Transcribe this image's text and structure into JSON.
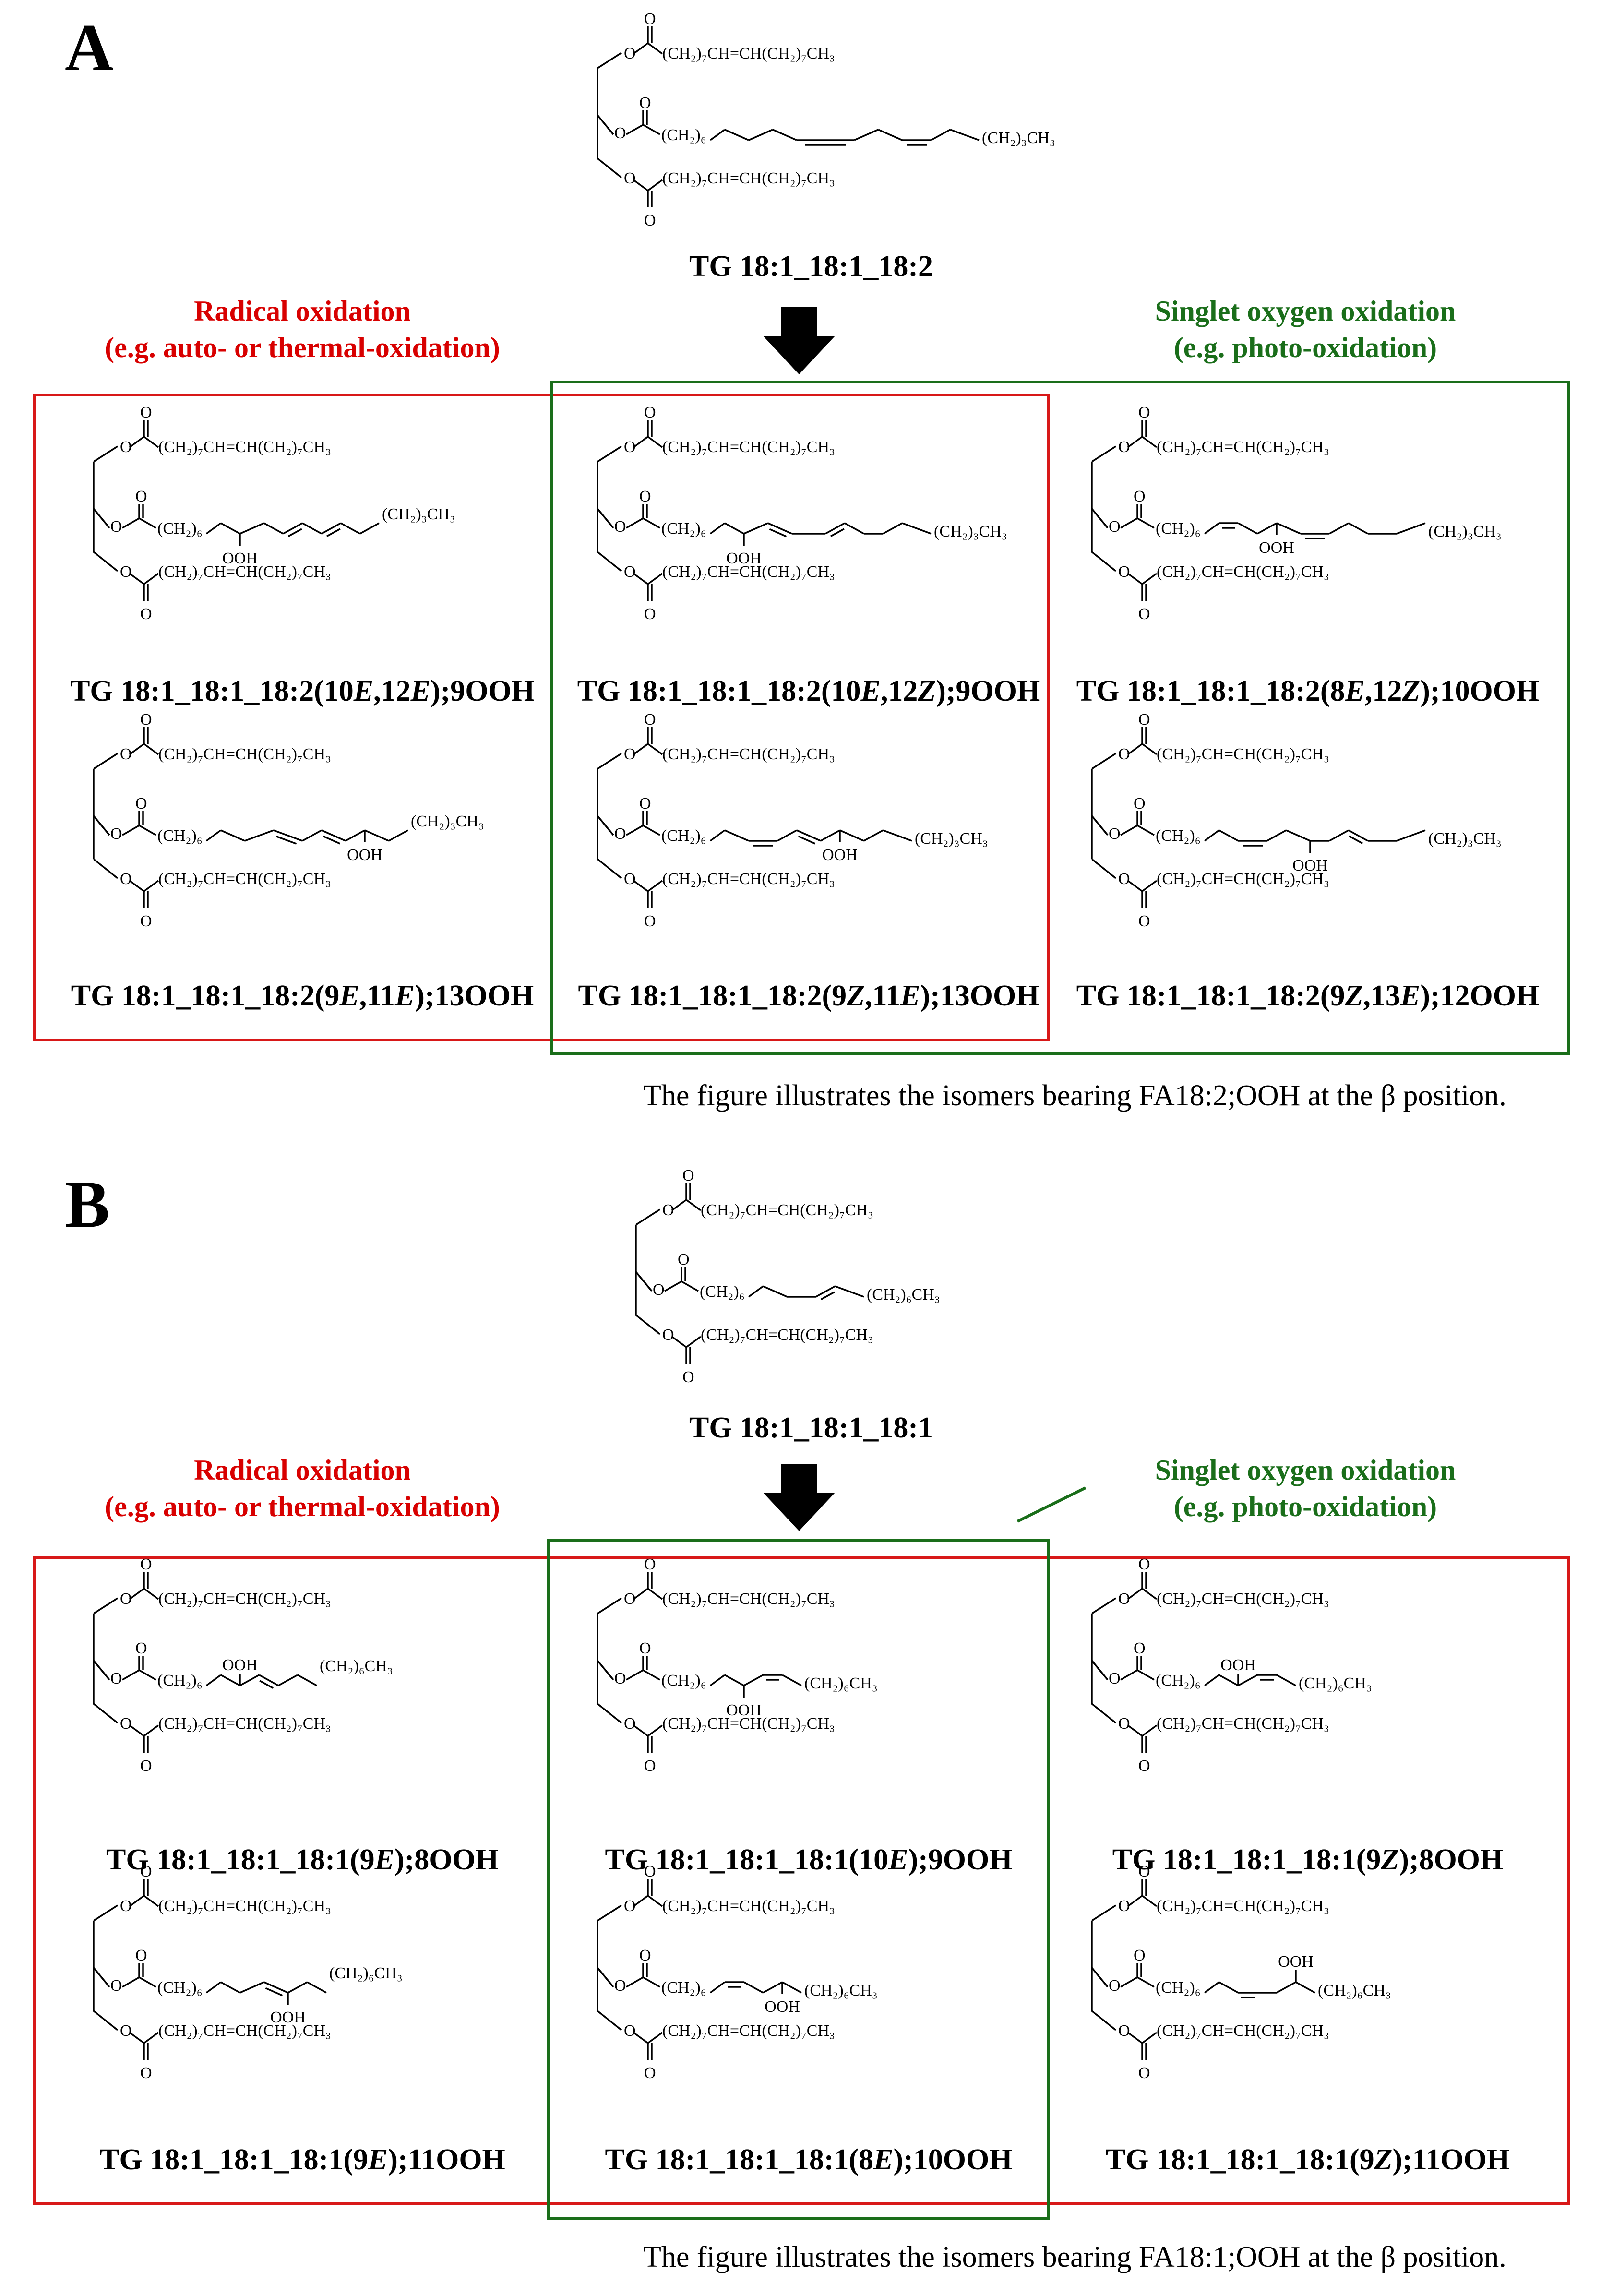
{
  "panel_a": {
    "letter": "A",
    "parent": "TG 18:1_18:1_18:2",
    "radical": {
      "line1": "Radical oxidation",
      "line2": "(e.g. auto- or thermal-oxidation)"
    },
    "singlet": {
      "line1": "Singlet oxygen oxidation",
      "line2": "(e.g. photo-oxidation)"
    },
    "products": [
      {
        "pre": "TG 18:1_18:1_18:2(10",
        "i1": "E",
        "mid": ",12",
        "i2": "E",
        "post": ");9OOH"
      },
      {
        "pre": "TG 18:1_18:1_18:2(10",
        "i1": "E",
        "mid": ",12",
        "i2": "Z",
        "post": ");9OOH"
      },
      {
        "pre": "TG 18:1_18:1_18:2(8",
        "i1": "E",
        "mid": ",12",
        "i2": "Z",
        "post": ");10OOH"
      },
      {
        "pre": "TG 18:1_18:1_18:2(9",
        "i1": "E",
        "mid": ",11",
        "i2": "E",
        "post": ");13OOH"
      },
      {
        "pre": "TG 18:1_18:1_18:2(9",
        "i1": "Z",
        "mid": ",11",
        "i2": "E",
        "post": ");13OOH"
      },
      {
        "pre": "TG 18:1_18:1_18:2(9",
        "i1": "Z",
        "mid": ",13",
        "i2": "E",
        "post": ");12OOH"
      }
    ],
    "note": "The figure illustrates the isomers bearing FA18:2;OOH at the β position."
  },
  "panel_b": {
    "letter": "B",
    "parent": "TG 18:1_18:1_18:1",
    "radical": {
      "line1": "Radical oxidation",
      "line2": "(e.g. auto- or thermal-oxidation)"
    },
    "singlet": {
      "line1": "Singlet oxygen oxidation",
      "line2": "(e.g. photo-oxidation)"
    },
    "products": [
      {
        "pre": "TG 18:1_18:1_18:1(9",
        "i1": "E",
        "mid": "",
        "i2": "",
        "post": ");8OOH"
      },
      {
        "pre": "TG 18:1_18:1_18:1(10",
        "i1": "E",
        "mid": "",
        "i2": "",
        "post": ");9OOH"
      },
      {
        "pre": "TG 18:1_18:1_18:1(9",
        "i1": "Z",
        "mid": "",
        "i2": "",
        "post": ");8OOH"
      },
      {
        "pre": "TG 18:1_18:1_18:1(9",
        "i1": "E",
        "mid": "",
        "i2": "",
        "post": ");11OOH"
      },
      {
        "pre": "TG 18:1_18:1_18:1(8",
        "i1": "E",
        "mid": "",
        "i2": "",
        "post": ");10OOH"
      },
      {
        "pre": "TG 18:1_18:1_18:1(9",
        "i1": "Z",
        "mid": "",
        "i2": "",
        "post": ");11OOH"
      }
    ],
    "note": "The figure illustrates the isomers bearing FA18:1;OOH at the β position."
  },
  "labels": {
    "oleoyl": "(CH₂)₇CH=CH(CH₂)₇CH₃",
    "ch2_6": "(CH₂)₆",
    "ch2_3_ch3": "(CH₂)₃CH₃",
    "ch2_6_ch3": "(CH₂)₆CH₃",
    "ooh": "OOH",
    "o": "O"
  },
  "colors": {
    "radical": "#d81818",
    "singlet": "#1a6e1a"
  }
}
